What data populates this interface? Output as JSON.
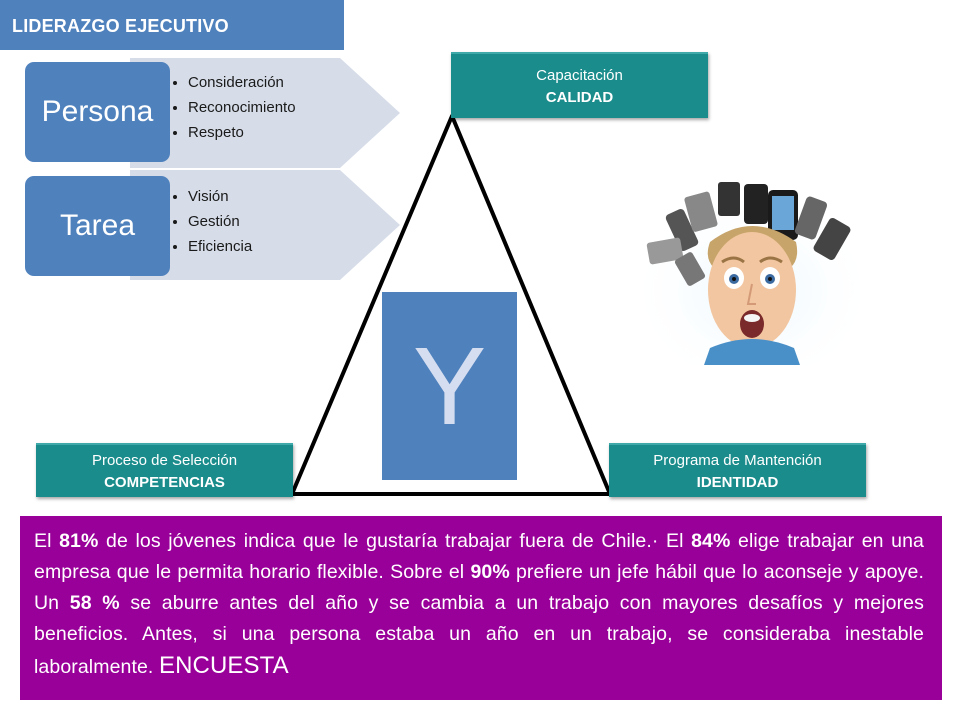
{
  "title": "LIDERAZGO  EJECUTIVO",
  "rows": [
    {
      "label": "Persona",
      "bullets": [
        "Consideración",
        "Reconocimiento",
        "Respeto"
      ]
    },
    {
      "label": "Tarea",
      "bullets": [
        "Visión",
        "Gestión",
        "Eficiencia"
      ]
    }
  ],
  "center_letter": "Y",
  "top_box": {
    "line1": "Capacitación",
    "line2": "CALIDAD"
  },
  "left_box": {
    "line1": "Proceso de Selección",
    "line2": "COMPETENCIAS"
  },
  "right_box": {
    "line1": "Programa de Mantención",
    "line2": "IDENTIDAD"
  },
  "survey": {
    "t1": "El ",
    "p1": "81%",
    "t2": " de los jóvenes indica que le gustaría trabajar fuera de Chile.· El ",
    "p2": "84%",
    "t3": " elige trabajar en una empresa que le permita horario flexible. Sobre el ",
    "p3": "90%",
    "t4": " prefiere un jefe hábil que lo aconseje y apoye. Un ",
    "p4": "58 %",
    "t5": " se aburre antes del año y se cambia a un trabajo con mayores desafíos y mejores beneficios. Antes, si una persona estaba un año en un trabajo, se consideraba inestable laboralmente. ",
    "tag": "ENCUESTA"
  },
  "colors": {
    "blue": "#4f81bd",
    "teal": "#1a8c8c",
    "purple": "#990099",
    "chevron": "#d6dde9"
  }
}
